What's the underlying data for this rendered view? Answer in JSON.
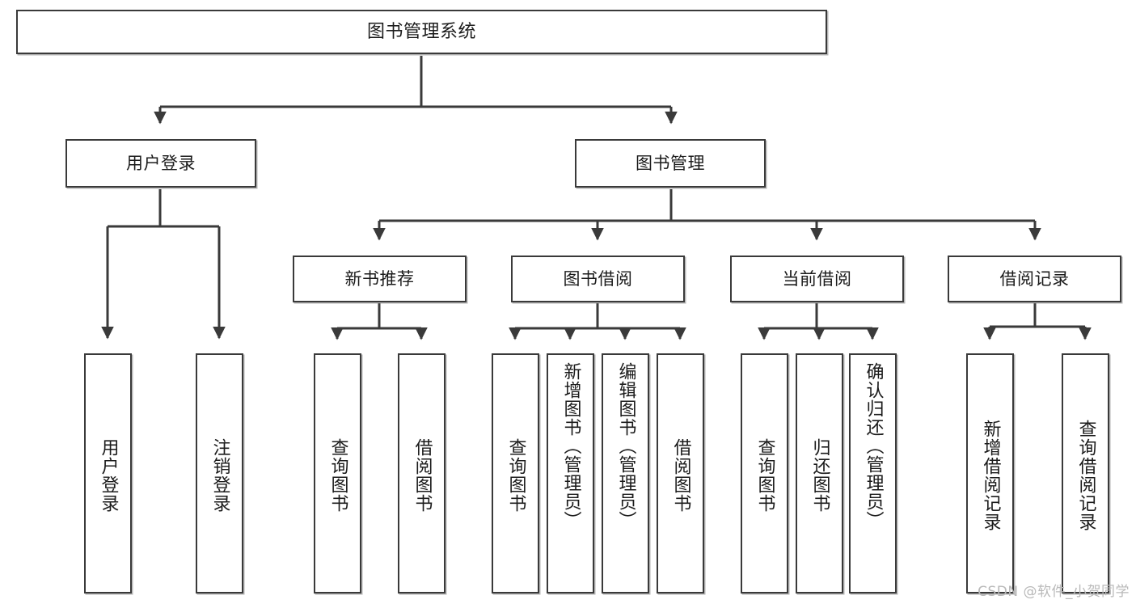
{
  "diagram": {
    "type": "tree",
    "title": "图书管理系统",
    "orientation": "top-down",
    "watermark": "CSDN @软件_小贺同学",
    "colors": {
      "box_border": "#3a3a3a",
      "box_fill": "#ffffff",
      "connector": "#3a3a3a",
      "text": "#1b1b1b",
      "watermark": "#b9b9b9"
    },
    "root": {
      "label": "图书管理系统"
    },
    "level2": [
      {
        "label": "用户登录"
      },
      {
        "label": "图书管理"
      }
    ],
    "level3": [
      {
        "label": "新书推荐"
      },
      {
        "label": "图书借阅"
      },
      {
        "label": "当前借阅"
      },
      {
        "label": "借阅记录"
      }
    ],
    "leaves": {
      "user_login": [
        {
          "label": "用户登录"
        },
        {
          "label": "注销登录"
        }
      ],
      "new_book": [
        {
          "label": "查询图书"
        },
        {
          "label": "借阅图书"
        }
      ],
      "book_borrow": [
        {
          "label": "查询图书"
        },
        {
          "label": "新增图书（管理员）"
        },
        {
          "label": "编辑图书（管理员）"
        },
        {
          "label": "借阅图书"
        }
      ],
      "current_borrow": [
        {
          "label": "查询图书"
        },
        {
          "label": "归还图书"
        },
        {
          "label": "确认归还（管理员）"
        }
      ],
      "borrow_record": [
        {
          "label": "新增借阅记录"
        },
        {
          "label": "查询借阅记录"
        }
      ]
    }
  }
}
